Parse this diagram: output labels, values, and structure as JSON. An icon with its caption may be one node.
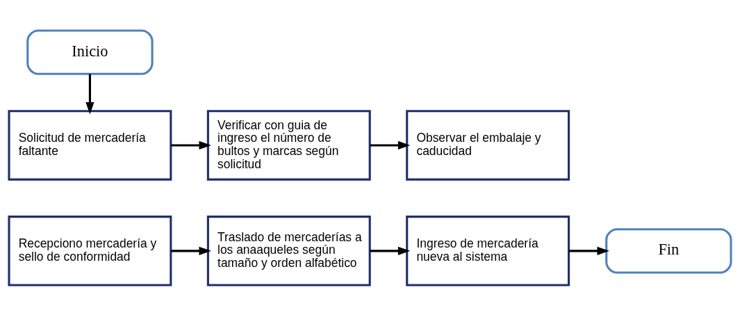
{
  "diagram": {
    "nodes": [
      {
        "text": [
          "Inicio"
        ]
      },
      {
        "text": [
          "Solicitud de mercadería faltante"
        ]
      },
      {
        "text": [
          "Verificar con guia de ingreso el número de bultos y marcas según solicitud"
        ]
      },
      {
        "text": [
          "Observar el embalaje y caducidad"
        ]
      },
      {
        "text": [
          "Recepciono mercadería y sello de conformidad"
        ]
      },
      {
        "text": [
          "Traslado de mercaderías a los anaaqueles según tamaño y orden alfabético"
        ]
      },
      {
        "text": [
          "Ingreso de mercadería nueva al sistema"
        ]
      },
      {
        "text": [
          "Fin"
        ]
      }
    ],
    "edges": [
      {
        "from": 0,
        "to": 1,
        "arrow": "to"
      },
      {
        "from": 1,
        "to": 2,
        "arrow": "to"
      },
      {
        "from": 2,
        "to": 3,
        "arrow": "to"
      },
      {
        "from": 4,
        "to": 5,
        "arrow": "to"
      },
      {
        "from": 5,
        "to": 6,
        "arrow": "to"
      },
      {
        "from": 6,
        "to": 7,
        "arrow": "to"
      }
    ]
  }
}
